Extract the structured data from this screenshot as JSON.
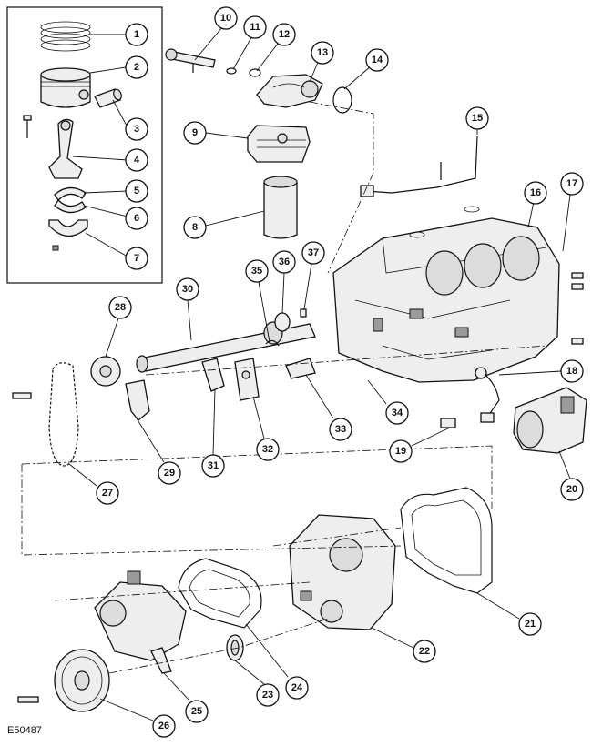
{
  "diagram": {
    "reference_code": "E50487",
    "callouts": [
      "1",
      "2",
      "3",
      "4",
      "5",
      "6",
      "7",
      "8",
      "9",
      "10",
      "11",
      "12",
      "13",
      "14",
      "15",
      "16",
      "17",
      "18",
      "19",
      "20",
      "21",
      "22",
      "23",
      "24",
      "25",
      "26",
      "27",
      "28",
      "29",
      "30",
      "31",
      "32",
      "33",
      "34",
      "35",
      "36",
      "37"
    ]
  }
}
